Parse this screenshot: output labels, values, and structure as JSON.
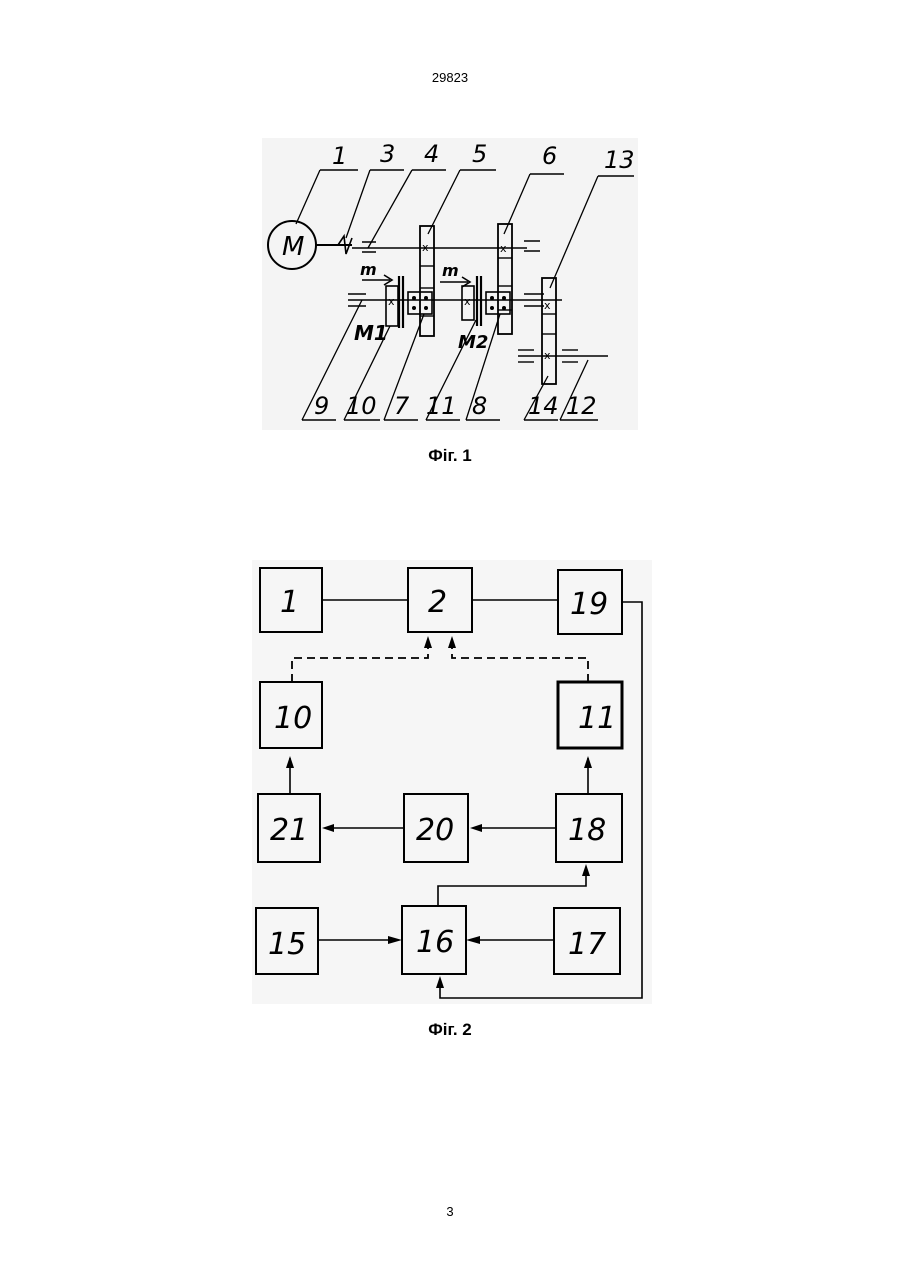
{
  "page": {
    "header_number": "29823",
    "footer_number": "3"
  },
  "figure1": {
    "caption": "Фіг. 1",
    "motor_label": "M",
    "callouts": {
      "c1": "1",
      "c3": "3",
      "c4": "4",
      "c5": "5",
      "c6": "6",
      "c13": "13",
      "c9": "9",
      "c10": "10",
      "c7": "7",
      "c11": "11",
      "c8": "8",
      "c14": "14",
      "c12": "12"
    },
    "clutch_labels": {
      "m1": "M1",
      "m2": "M2"
    },
    "arrow_labels": {
      "a1": "m",
      "a2": "m"
    }
  },
  "figure2": {
    "caption": "Фіг. 2",
    "blocks": {
      "b1": "1",
      "b2": "2",
      "b19": "19",
      "b10": "10",
      "b11": "11",
      "b21": "21",
      "b20": "20",
      "b18": "18",
      "b15": "15",
      "b16": "16",
      "b17": "17"
    }
  }
}
